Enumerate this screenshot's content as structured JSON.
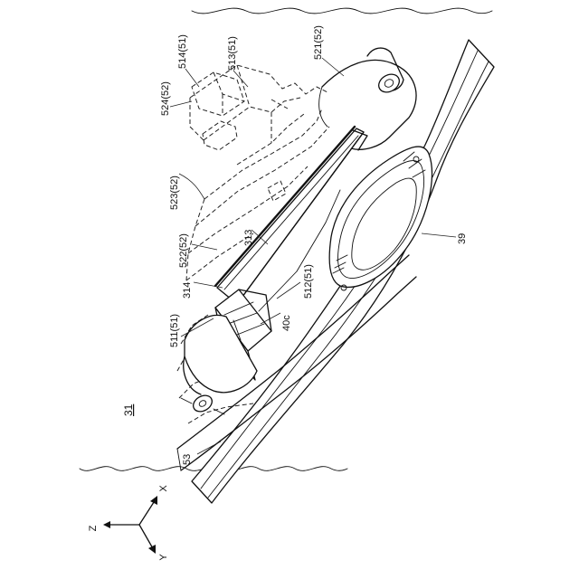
{
  "figure": {
    "ref_numeral": "31",
    "labels": {
      "l514": "514(51)",
      "l513": "513(51)",
      "l521": "521(52)",
      "l524": "524(52)",
      "l523": "523(52)",
      "l522": "522(52)",
      "l313": "313",
      "l314": "314",
      "l511": "511(51)",
      "l512": "512(51)",
      "l40c": "40c",
      "l39": "39",
      "l53": "53"
    },
    "axes": {
      "x": "X",
      "y": "Y",
      "z": "Z"
    }
  }
}
